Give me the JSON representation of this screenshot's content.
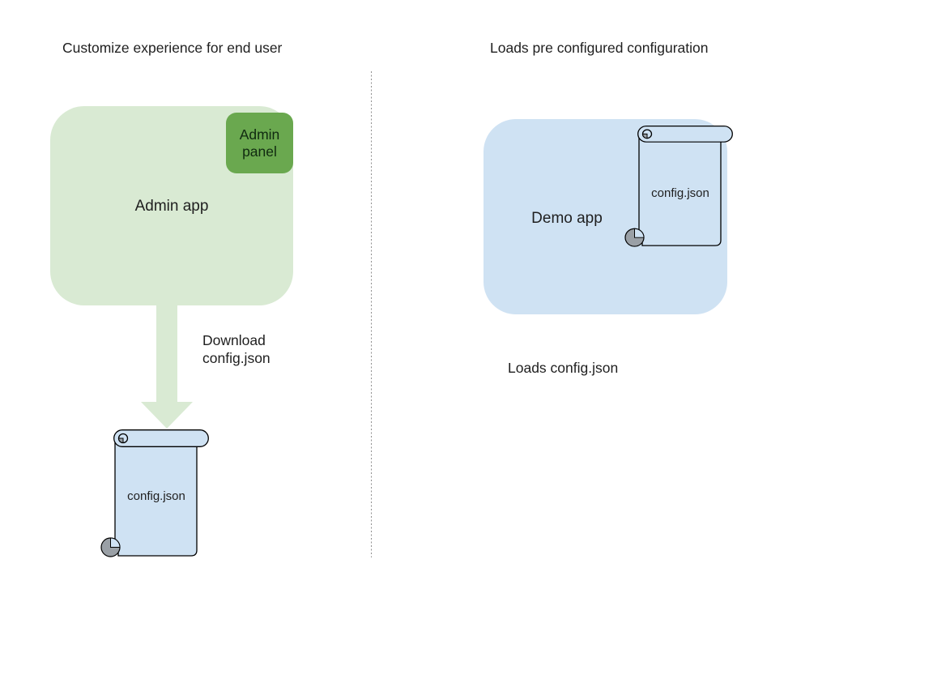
{
  "left_section": {
    "heading": "Customize experience for end user",
    "admin_app_label": "Admin app",
    "admin_panel_label": "Admin panel",
    "arrow_label": "Download config.json",
    "scroll_label": "config.json"
  },
  "right_section": {
    "heading": "Loads pre configured configuration",
    "demo_app_label": "Demo app",
    "scroll_label": "config.json",
    "caption": "Loads config.json"
  },
  "colors": {
    "light_green": "#d9ead3",
    "green": "#6aa84f",
    "light_blue": "#cfe2f3",
    "curl_gray": "#9aa0a6",
    "outline": "#000000",
    "divider": "#8f8f8f"
  }
}
